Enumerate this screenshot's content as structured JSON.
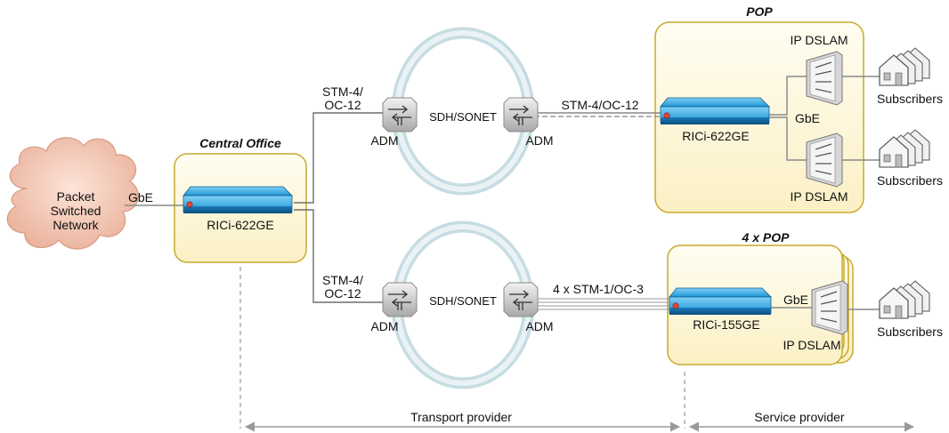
{
  "cloud": {
    "label_line1": "Packet",
    "label_line2": "Switched",
    "label_line3": "Network"
  },
  "links": {
    "gbe_cloud": "GbE",
    "stm4_top_line1": "STM-4/",
    "stm4_top_line2": "OC-12",
    "stm4_bottom_line1": "STM-4/",
    "stm4_bottom_line2": "OC-12",
    "stm4_pop": "STM-4/OC-12",
    "stm1_pops": "4 x STM-1/OC-3",
    "gbe_pop": "GbE",
    "gbe_pops": "GbE"
  },
  "central_office": {
    "title": "Central Office",
    "device": "RICi-622GE"
  },
  "rings": {
    "top": "SDH/SONET",
    "bottom": "SDH/SONET"
  },
  "adm_labels": [
    "ADM",
    "ADM",
    "ADM",
    "ADM"
  ],
  "pop": {
    "title": "POP",
    "device": "RICi-622GE",
    "dslam_top": "IP DSLAM",
    "dslam_bottom": "IP DSLAM"
  },
  "pops4": {
    "title": "4 x POP",
    "device": "RICi-155GE",
    "dslam": "IP DSLAM"
  },
  "subscribers": [
    "Subscribers",
    "Subscribers",
    "Subscribers"
  ],
  "providers": {
    "transport": "Transport provider",
    "service": "Service provider"
  },
  "colors": {
    "box_border": "#c9a92a",
    "box_fill": "#fdf7d8",
    "device_blue": "#1a8ccf",
    "ring": "#d5e6ea",
    "cloud": "#f1c9b8"
  }
}
